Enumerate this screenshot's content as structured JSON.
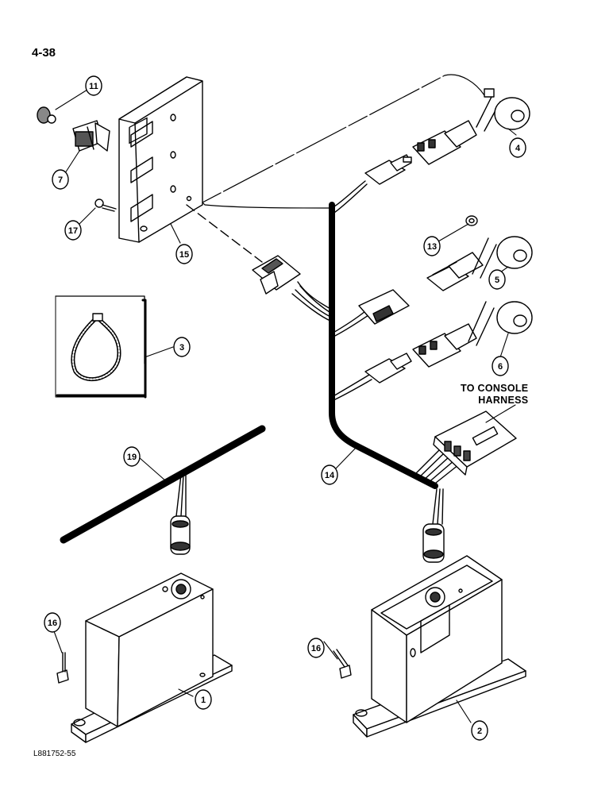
{
  "page": {
    "number": "4-38",
    "figure_id": "L881752-55"
  },
  "harness_note": {
    "line1": "TO CONSOLE",
    "line2": "HARNESS"
  },
  "callouts": [
    "11",
    "7",
    "17",
    "15",
    "4",
    "13",
    "5",
    "6",
    "3",
    "19",
    "14",
    "1",
    "2",
    "16",
    "16"
  ]
}
